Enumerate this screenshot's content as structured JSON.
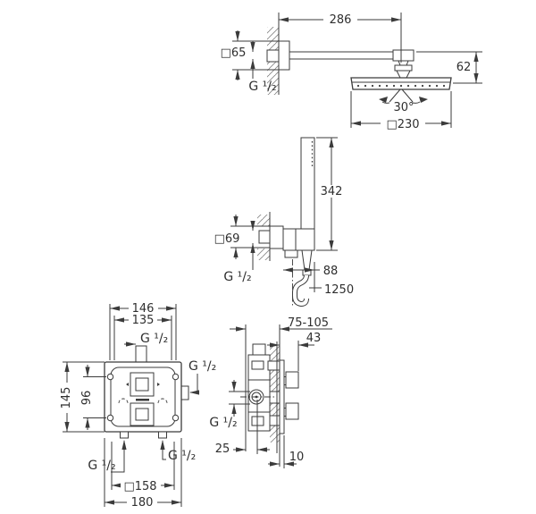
{
  "drawing": {
    "background": "#ffffff",
    "line_color": "#3b3b3b",
    "views": {
      "head_shower": {
        "dims": {
          "arm_length": "286",
          "wall_flange": "□65",
          "thread": "G ¹/₂",
          "head_height": "62",
          "spray_angle": "30°",
          "head_width": "□230"
        }
      },
      "hand_shower": {
        "dims": {
          "set_height": "342",
          "wall_flange": "□69",
          "thread": "G ¹/₂",
          "wall_offset": "88",
          "hose_length": "1250"
        }
      },
      "mixer_front": {
        "dims": {
          "screw_spacing_h": "146",
          "inner_width": "135",
          "thread_top": "G ¹/₂",
          "thread_right": "G ¹/₂",
          "plate_height": "145",
          "screw_spacing_v": "96",
          "thread_bottom_left": "G ¹/₂",
          "thread_bottom_right": "G ¹/₂",
          "plate_size": "□158",
          "total_width": "180"
        }
      },
      "mixer_side": {
        "dims": {
          "install_depth": "75-105",
          "handle_depth": "43",
          "thread": "G ¹/₂",
          "center_depth": "25",
          "plate_offset": "10"
        }
      }
    }
  }
}
